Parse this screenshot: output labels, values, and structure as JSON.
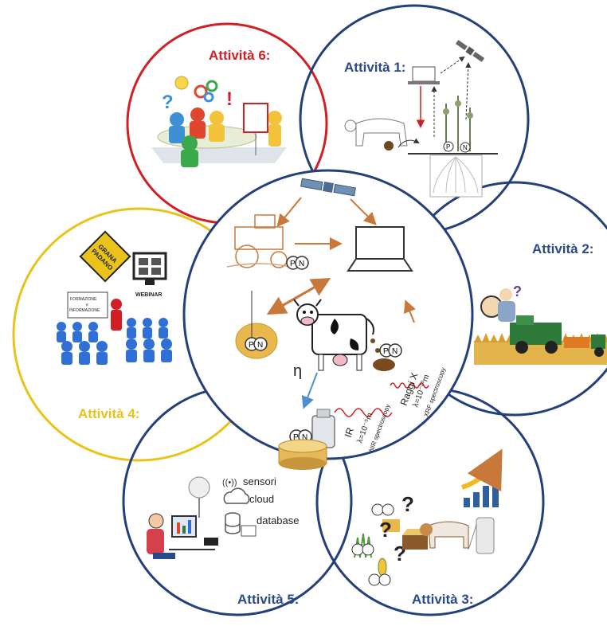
{
  "activities": {
    "a1": {
      "label": "Attività 1:",
      "color": "#2a4a8a"
    },
    "a2": {
      "label": "Attività 2:",
      "color": "#2a4a8a"
    },
    "a3": {
      "label": "Attività 3:",
      "color": "#2a4a8a"
    },
    "a4": {
      "label": "Attività 4:",
      "color": "#e7c21a"
    },
    "a5": {
      "label": "Attività 5:",
      "color": "#2a4a8a"
    },
    "a6": {
      "label": "Attività 6:",
      "color": "#d11f25"
    }
  },
  "center": {
    "eta": "η",
    "ir": "IR",
    "ir_lambda": "λ=10⁻⁵m",
    "nir": "NIR spectroscopy",
    "raggi": "Raggi X",
    "raggi_lambda": "λ=10⁻¹⁰m",
    "xrf": "XRF spectroscopy",
    "pn": "PN"
  },
  "a4_scene": {
    "grana_line1": "GRANA",
    "grana_line2": "PADANO",
    "webinar": "WEBINAR",
    "board_line1": "FORMAZIONE",
    "board_line2": "e",
    "board_line3": "INFORMAZIONE"
  },
  "a5_scene": {
    "sensori": "sensori",
    "cloud": "cloud",
    "database": "database"
  },
  "palette": {
    "blue_ring": "#243f7a",
    "red_ring": "#d11f25",
    "yellow_ring": "#e9c31b",
    "orange": "#c8783a"
  }
}
